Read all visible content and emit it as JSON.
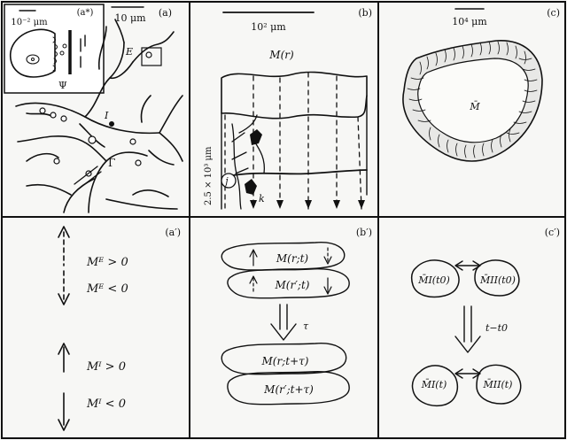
{
  "panels": {
    "a": {
      "label": "(a)",
      "scale_label": "10 μm",
      "inset_label": "(a*)",
      "inset_scale_label": "10⁻² μm",
      "psi_label": "Ψ",
      "E_label": "E",
      "I_label": "I",
      "gamma_label": "Γ"
    },
    "b": {
      "label": "(b)",
      "scale_label": "10² μm",
      "M_label": "M(r)",
      "vertical_label": "2.5 × 10³ μm",
      "j_label": "j",
      "k_label": "k"
    },
    "c": {
      "label": "(c)",
      "scale_label": "10⁴ μm",
      "M_label": "M̄"
    },
    "a_prime": {
      "label": "(a′)",
      "rows": [
        {
          "text": "Mᴱ > 0",
          "arrow": "dashed-up"
        },
        {
          "text": "Mᴱ < 0",
          "arrow": "dashed-down"
        },
        {
          "text": "Mᴵ > 0",
          "arrow": "solid-up"
        },
        {
          "text": "Mᴵ < 0",
          "arrow": "solid-down"
        }
      ]
    },
    "b_prime": {
      "label": "(b′)",
      "top1": "M(r;t)",
      "top2": "M(r′;t)",
      "tau": "τ",
      "bot1": "M(r;t+τ)",
      "bot2": "M(r′;t+τ)"
    },
    "c_prime": {
      "label": "(c′)",
      "tl": "M̄I(t0)",
      "tr": "M̄II(t0)",
      "arrow_label": "t−t0",
      "bl": "M̄I(t)",
      "br": "M̄II(t)"
    }
  }
}
